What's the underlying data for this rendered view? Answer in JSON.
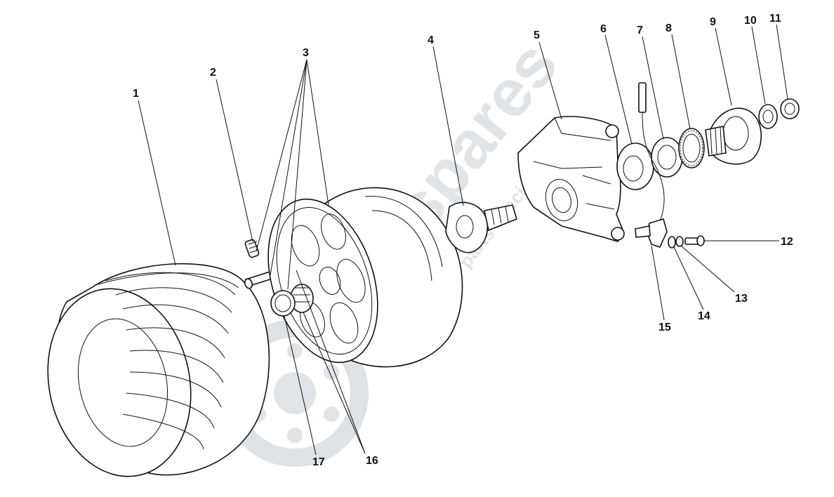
{
  "watermark": {
    "brand": "eurospares",
    "tagline": "Exclusive car parts specialist",
    "brand_color": "#c9ced4",
    "accent_color": "#e8808a"
  },
  "callouts": [
    {
      "id": "1",
      "label": "1"
    },
    {
      "id": "2",
      "label": "2"
    },
    {
      "id": "3",
      "label": "3"
    },
    {
      "id": "4",
      "label": "4"
    },
    {
      "id": "5",
      "label": "5"
    },
    {
      "id": "6",
      "label": "6"
    },
    {
      "id": "7",
      "label": "7"
    },
    {
      "id": "8",
      "label": "8"
    },
    {
      "id": "9",
      "label": "9"
    },
    {
      "id": "10",
      "label": "10"
    },
    {
      "id": "11",
      "label": "11"
    },
    {
      "id": "12",
      "label": "12"
    },
    {
      "id": "13",
      "label": "13"
    },
    {
      "id": "14",
      "label": "14"
    },
    {
      "id": "15",
      "label": "15"
    },
    {
      "id": "16",
      "label": "16"
    },
    {
      "id": "17",
      "label": "17"
    }
  ]
}
